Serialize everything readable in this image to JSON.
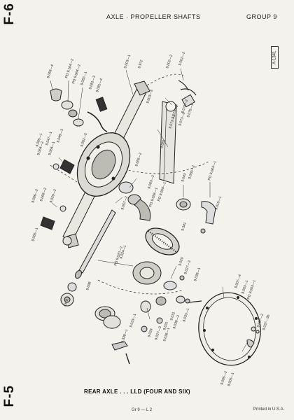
{
  "header": {
    "page_code_top": "F-6",
    "title": "AXLE · PROPELLER SHAFTS",
    "group": "GROUP 9",
    "ref_box": "A-1341"
  },
  "page_code_bottom": "F-5",
  "caption": "REAR AXLE . . . LLD (FOUR AND SIX)",
  "footer": "Gr 9 — L 2",
  "printed": "Printed in U.S.A.",
  "part_labels": [
    {
      "text": "9.056—4",
      "angle": -72
    },
    {
      "text": "PO 9.164—2",
      "angle": -72
    },
    {
      "text": "PO 9.064—2",
      "angle": -72
    },
    {
      "text": "9.082—1",
      "angle": -72
    },
    {
      "text": "9.081—3",
      "angle": -72
    },
    {
      "text": "9.081—4",
      "angle": -72
    },
    {
      "text": "9.003—1",
      "angle": -72
    },
    {
      "text": "9.972",
      "angle": -72
    },
    {
      "text": "9.003—3",
      "angle": -72
    },
    {
      "text": "9.002—2",
      "angle": -72
    },
    {
      "text": "9.002—2",
      "angle": -72
    },
    {
      "text": "9.073—1",
      "angle": -72
    },
    {
      "text": "9.074—2",
      "angle": -72
    },
    {
      "text": "9.075—1",
      "angle": -72
    },
    {
      "text": "9.073—2",
      "angle": -72
    },
    {
      "text": "9.073—1",
      "angle": -72
    },
    {
      "text": "9.081",
      "angle": -72
    },
    {
      "text": "9.065—1",
      "angle": -72
    },
    {
      "text": "9.047—1",
      "angle": -72
    },
    {
      "text": "9.048—3",
      "angle": -72
    },
    {
      "text": "9.064—2",
      "angle": -72
    },
    {
      "text": "9.064—1",
      "angle": -72
    },
    {
      "text": "9.062—5",
      "angle": -72
    },
    {
      "text": "9.055—2",
      "angle": -72
    },
    {
      "text": "9.043",
      "angle": -72
    },
    {
      "text": "9.060—2",
      "angle": -72
    },
    {
      "text": "9.063—2",
      "angle": -72
    },
    {
      "text": "PO 9.059—1",
      "angle": -72
    },
    {
      "text": "PO 9.063—1",
      "angle": -72
    },
    {
      "text": "9.015—1",
      "angle": -72
    },
    {
      "text": "9.066—2",
      "angle": -72
    },
    {
      "text": "9.066—2",
      "angle": -72
    },
    {
      "text": "9.029—2",
      "angle": -72
    },
    {
      "text": "9.057—2",
      "angle": -72
    },
    {
      "text": "PO 9.056—1",
      "angle": -72
    },
    {
      "text": "9.341",
      "angle": -72
    },
    {
      "text": "9.065—1",
      "angle": -72
    },
    {
      "text": "9.024—1",
      "angle": -72
    },
    {
      "text": "PO 9.020—2",
      "angle": -72
    },
    {
      "text": "9.029",
      "angle": -72
    },
    {
      "text": "9.027—3",
      "angle": -72
    },
    {
      "text": "9.036—1",
      "angle": -72
    },
    {
      "text": "9.098",
      "angle": -72
    },
    {
      "text": "9.007—4",
      "angle": -72
    },
    {
      "text": "9.003—1",
      "angle": -72
    },
    {
      "text": "PO 9.003—1",
      "angle": -72
    },
    {
      "text": "9.033—1",
      "angle": -72
    },
    {
      "text": "9.031",
      "angle": -72
    },
    {
      "text": "9.033—1",
      "angle": -72
    },
    {
      "text": "9.036—3",
      "angle": -72
    },
    {
      "text": "9.031",
      "angle": -72
    },
    {
      "text": "9.338—1",
      "angle": -72
    },
    {
      "text": "9.029",
      "angle": -72
    },
    {
      "text": "9.027—3",
      "angle": -72
    },
    {
      "text": "9.036—1",
      "angle": -72
    },
    {
      "text": "9.005—2",
      "angle": -72
    },
    {
      "text": "9.005—1",
      "angle": -72
    },
    {
      "text": "9.007—2",
      "angle": -72
    },
    {
      "text": "9.037—3b",
      "angle": -72
    },
    {
      "text": "Ch 9.3",
      "angle": -72
    }
  ]
}
